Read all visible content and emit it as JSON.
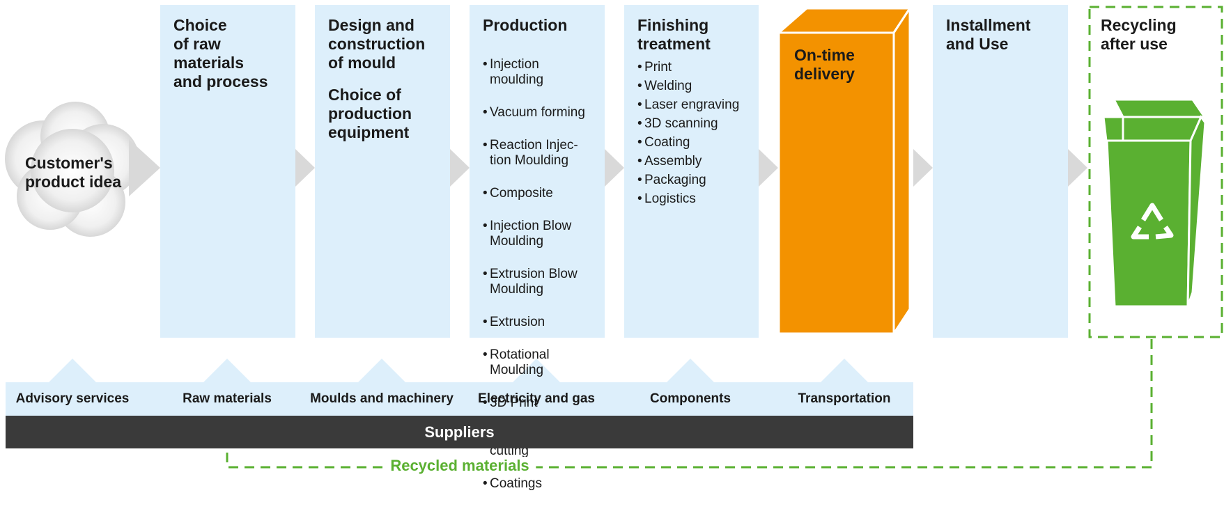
{
  "idea": {
    "label": "Customer's\nproduct idea"
  },
  "stages": {
    "raw": {
      "title": "Choice\nof raw\nmaterials\nand process"
    },
    "design": {
      "title": "Design and\nconstruction\nof mould",
      "subtitle": "Choice of\nproduction\nequipment"
    },
    "production": {
      "title": "Production",
      "items": [
        "Injection\nmoulding",
        "Vacuum forming",
        "Reaction Injec-\ntion Moulding",
        "Composite",
        "Injection Blow\nMoulding",
        "Extrusion Blow\nMoulding",
        "Extrusion",
        "Rotational\nMoulding",
        "3D Print",
        "Milling and\ncutting",
        "Coatings"
      ]
    },
    "finishing": {
      "title": "Finishing\ntreatment",
      "items": [
        "Print",
        "Welding",
        "Laser engraving",
        "3D scanning",
        "Coating",
        "Assembly",
        "Packaging",
        "Logistics"
      ]
    },
    "delivery": {
      "title": "On-time\ndelivery"
    },
    "installment": {
      "title": "Installment\nand Use"
    },
    "recycling": {
      "title": "Recycling\nafter use"
    }
  },
  "suppliers": {
    "items": [
      "Advisory services",
      "Raw materials",
      "Moulds and machinery",
      "Electricity and gas",
      "Components",
      "Transportation"
    ],
    "bar_label": "Suppliers"
  },
  "recycled": {
    "label": "Recycled materials"
  },
  "colors": {
    "column_bg": "#ddeffb",
    "delivery_orange": "#f39200",
    "recycle_green": "#5ab031",
    "arrow_grey": "#d9d9d9",
    "suppliers_dark": "#3a3a3a"
  },
  "icons": [
    "cloud-icon",
    "flow-arrow-icon",
    "orange-box-icon",
    "recycle-bin-icon",
    "recycle-symbol-icon"
  ]
}
